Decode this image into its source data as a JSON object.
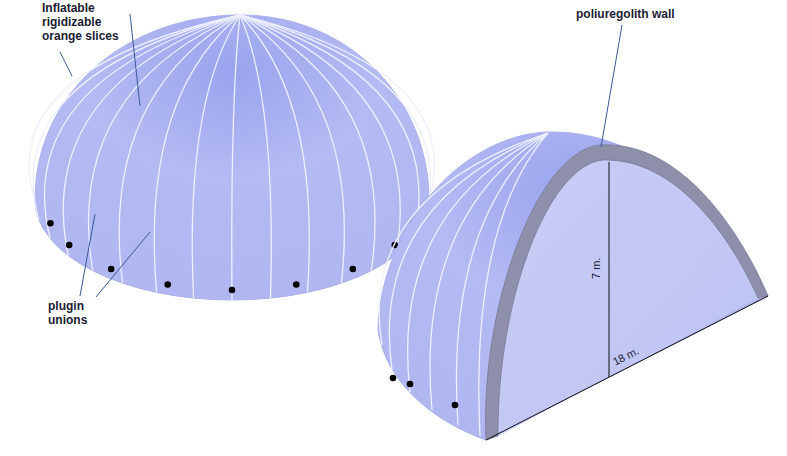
{
  "diagram": {
    "labels": [
      "Inflatable rigidizable orange slices",
      "plugin unions",
      "poliuregolith wall",
      "7 m.",
      "18 m."
    ]
  }
}
